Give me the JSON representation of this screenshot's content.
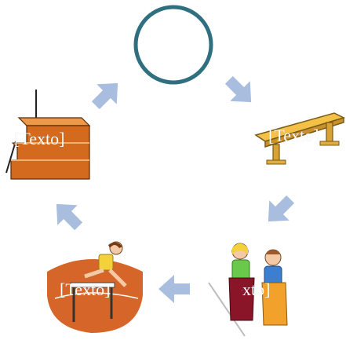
{
  "diagram": {
    "nodes": [
      {
        "id": "hoop",
        "icon": "hoop-ring-icon",
        "label": ""
      },
      {
        "id": "bench",
        "icon": "bench-icon",
        "label": "[Texto]"
      },
      {
        "id": "sack-race",
        "icon": "sack-race-children-icon",
        "label": "[Texto]"
      },
      {
        "id": "hurdles",
        "icon": "hurdle-jumper-icon",
        "label": "[Texto]"
      },
      {
        "id": "stairs",
        "icon": "stairs-icon",
        "label": "[Texto]"
      }
    ],
    "arrow_color": "#a9bedf",
    "ring_color": "#2f6f7f"
  }
}
